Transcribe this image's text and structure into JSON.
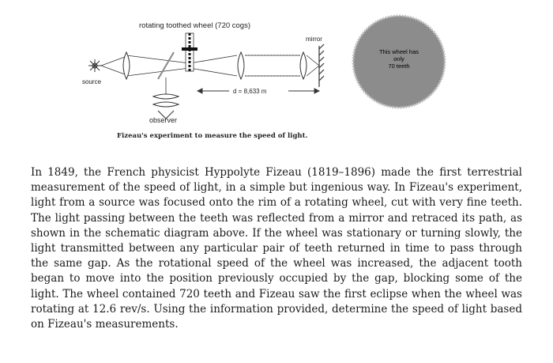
{
  "figure": {
    "wheel_label": "rotating toothed wheel (720 cogs)",
    "mirror_label": "mirror",
    "source_label": "source",
    "observer_label": "observer",
    "distance_label": "d = 8,633 m",
    "caption": "Fizeau's experiment to measure the speed of light.",
    "badge": {
      "line1": "This wheel has",
      "line2": "only",
      "line3": "70 teeth",
      "color": "#8c8c8c"
    }
  },
  "paragraph": "In 1849, the French physicist Hyppolyte Fizeau (1819–1896) made the first terrestrial measurement of the speed of light, in a simple but ingenious way. In Fizeau's experiment, light from a source was focused onto the rim of a rotating wheel, cut with very fine teeth. The light passing between the teeth was reflected from a mirror and retraced its path, as shown in the schematic diagram above. If the wheel was stationary or turning slowly, the light transmitted between any particular pair of teeth returned in time to pass through the same gap. As the rotational speed of the wheel was increased, the adjacent tooth began to move into the position previously occupied by the gap, blocking some of the light. The wheel contained 720 teeth and Fizeau saw the first eclipse when the wheel was rotating at 12.6 rev/s. Using the information provided, determine the speed of light based on Fizeau's measurements."
}
